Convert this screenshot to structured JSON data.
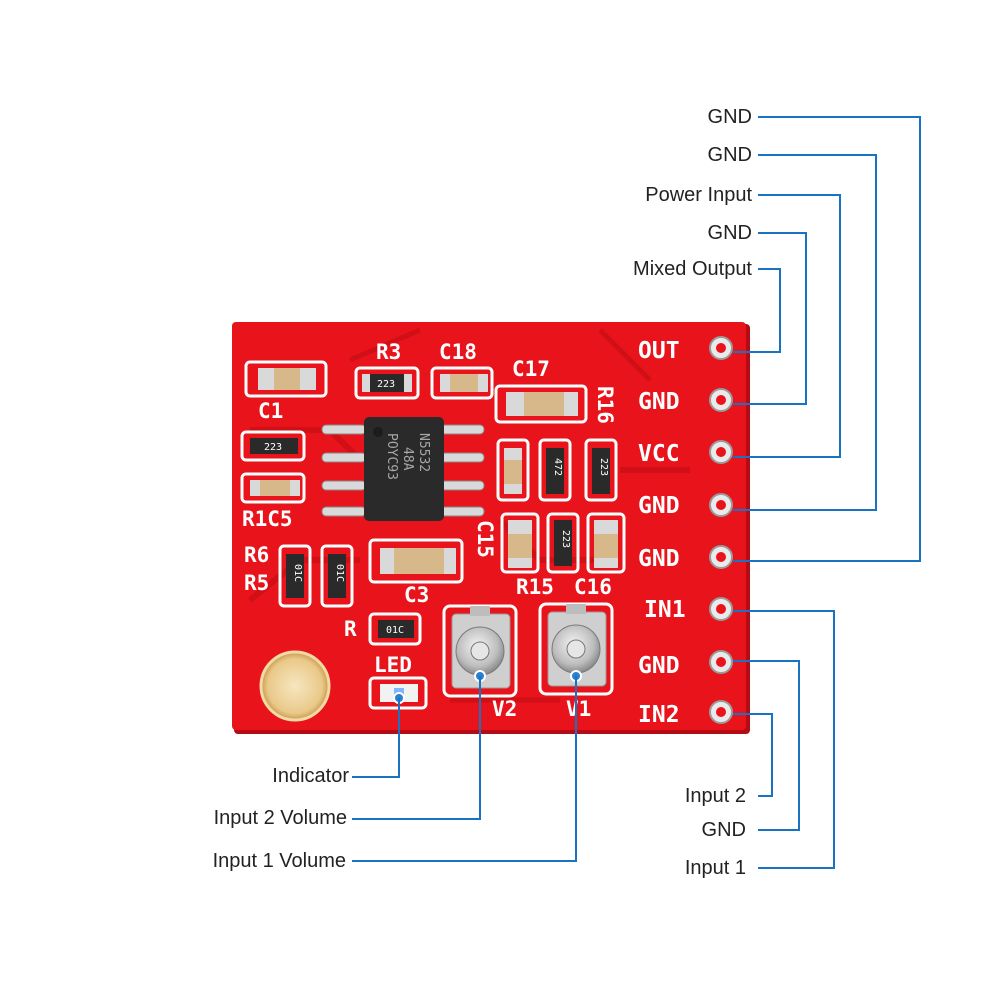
{
  "board": {
    "colors": {
      "pcb": "#e8131b",
      "pcb_shade": "#c10d14",
      "silkscreen": "#ffffff",
      "chip": "#2a2a2a",
      "pad": "#e3e3e3",
      "leader_line": "#1a73c2",
      "cap_body": "#d6b88a"
    },
    "chip_markings": [
      "N5532",
      "48A",
      "POYC93"
    ],
    "silkscreen": {
      "r3": "R3",
      "c18": "C18",
      "c17": "C17",
      "r16": "R16",
      "c1": "C1",
      "r1c5": "R1C5",
      "r6": "R6",
      "r5": "R5",
      "c15": "C15",
      "r15": "R15",
      "c16": "C16",
      "c3": "C3",
      "r": "R",
      "led": "LED",
      "v2": "V2",
      "v1": "V1"
    },
    "resistor_codes": {
      "r3": "223",
      "r16": "223",
      "r15": "223",
      "r1": "223",
      "mid": "472",
      "r6": "01C",
      "r5": "01C",
      "r_led": "01C"
    },
    "header_pins": [
      "OUT",
      "GND",
      "VCC",
      "GND",
      "GND",
      "IN1",
      "GND",
      "IN2"
    ]
  },
  "callouts": {
    "gnd_a": "GND",
    "gnd_b": "GND",
    "power_input": "Power Input",
    "gnd_c": "GND",
    "mixed_output": "Mixed Output",
    "input_2": "Input 2",
    "gnd_d": "GND",
    "input_1": "Input 1",
    "indicator": "Indicator",
    "input_2_volume": "Input 2 Volume",
    "input_1_volume": "Input 1 Volume"
  }
}
